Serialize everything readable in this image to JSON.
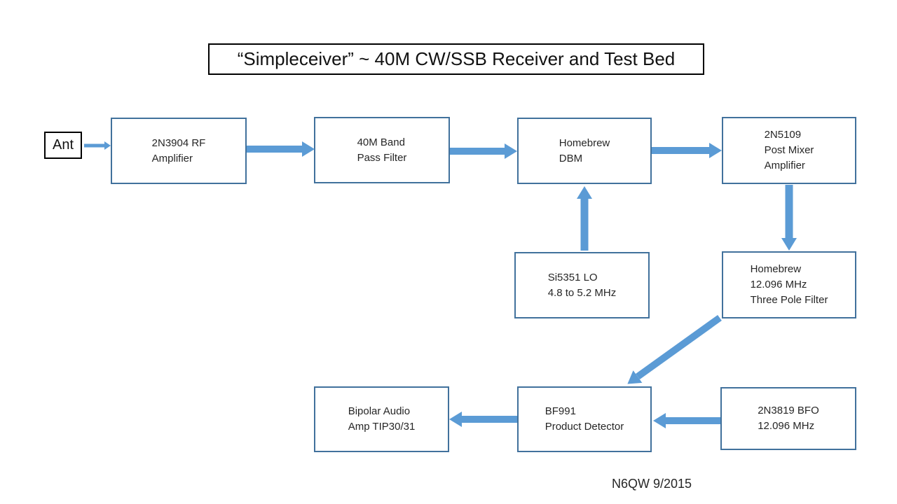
{
  "title": "“Simpleceiver” ~ 40M CW/SSB Receiver and Test Bed",
  "credit": "N6QW 9/2015",
  "colors": {
    "box_border": "#41719C",
    "arrow": "#5B9BD5",
    "black_border": "#000000",
    "background": "#FFFFFF"
  },
  "blocks": {
    "ant": {
      "lines": [
        "Ant"
      ]
    },
    "rf_amp": {
      "lines": [
        "2N3904 RF",
        "Amplifier"
      ]
    },
    "bpf": {
      "lines": [
        "40M Band",
        "Pass Filter"
      ]
    },
    "dbm": {
      "lines": [
        "Homebrew",
        "DBM"
      ]
    },
    "post_mixer": {
      "lines": [
        "2N5109",
        "Post Mixer",
        "Amplifier"
      ]
    },
    "lo": {
      "lines": [
        "Si5351 LO",
        "4.8 to 5.2 MHz"
      ]
    },
    "xtal_filter": {
      "lines": [
        "Homebrew",
        "12.096 MHz",
        "Three Pole Filter"
      ]
    },
    "audio_amp": {
      "lines": [
        "Bipolar Audio",
        "Amp TIP30/31"
      ]
    },
    "product_detector": {
      "lines": [
        "BF991",
        "Product Detector"
      ]
    },
    "bfo": {
      "lines": [
        "2N3819 BFO",
        "12.096 MHz"
      ]
    }
  },
  "connections": [
    {
      "from": "ant",
      "to": "rf_amp"
    },
    {
      "from": "rf_amp",
      "to": "bpf"
    },
    {
      "from": "bpf",
      "to": "dbm"
    },
    {
      "from": "dbm",
      "to": "post_mixer"
    },
    {
      "from": "lo",
      "to": "dbm"
    },
    {
      "from": "post_mixer",
      "to": "xtal_filter"
    },
    {
      "from": "xtal_filter",
      "to": "product_detector"
    },
    {
      "from": "bfo",
      "to": "product_detector"
    },
    {
      "from": "product_detector",
      "to": "audio_amp"
    }
  ]
}
